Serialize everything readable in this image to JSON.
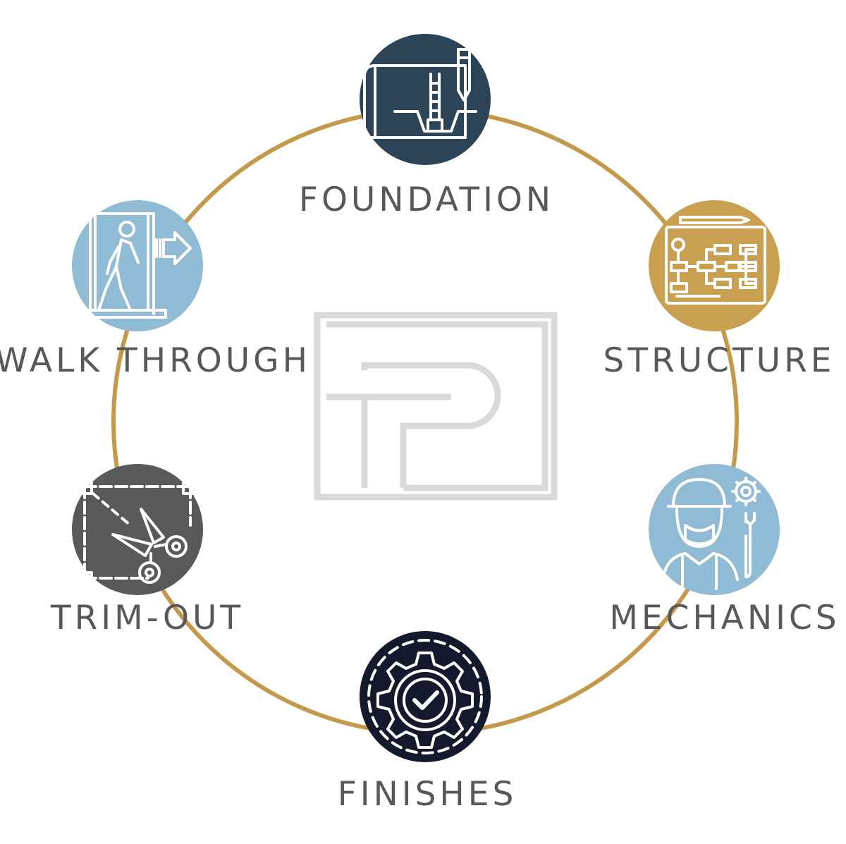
{
  "diagram": {
    "colors": {
      "ring": "#c49a4a",
      "foundation": "#2c4457",
      "structure": "#c9a050",
      "mechanics": "#8fbbd4",
      "finishes": "#141a2e",
      "trim_out": "#58595b",
      "walk_through": "#8fbbd4",
      "label": "#58585a",
      "logo": "#d9d9d9"
    },
    "stages": [
      {
        "id": "foundation",
        "label": "FOUNDATION",
        "icon": "blueprint-icon"
      },
      {
        "id": "structure",
        "label": "STRUCTURE",
        "icon": "flowchart-board-icon"
      },
      {
        "id": "mechanics",
        "label": "MECHANICS",
        "icon": "mechanic-worker-icon"
      },
      {
        "id": "finishes",
        "label": "FINISHES",
        "icon": "gear-check-icon"
      },
      {
        "id": "trim_out",
        "label": "TRIM-OUT",
        "icon": "scissors-cut-icon"
      },
      {
        "id": "walk_through",
        "label": "WALK THROUGH",
        "icon": "walk-through-door-icon"
      }
    ],
    "center_logo": "monogram-logo"
  }
}
